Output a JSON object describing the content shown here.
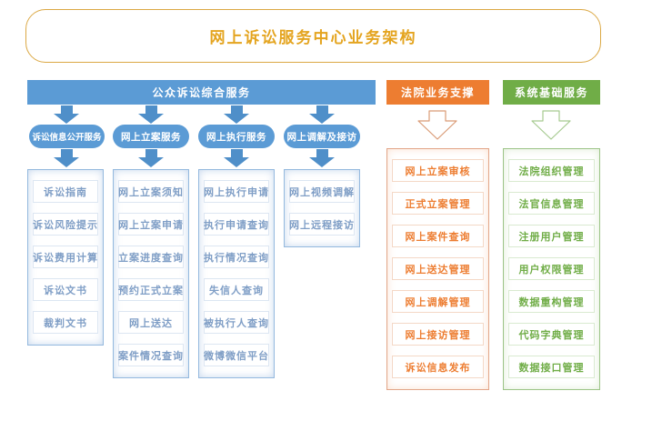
{
  "title": "网上诉讼服务中心业务架构",
  "colors": {
    "blue": "#5B9BD5",
    "orange": "#ED7D31",
    "green": "#70AD47",
    "gold": "#E4A41F"
  },
  "sections": {
    "public": {
      "header": "公众诉讼综合服务",
      "groups": [
        {
          "name": "诉讼信息公开服务",
          "items": [
            "诉讼指南",
            "诉讼风险提示",
            "诉讼费用计算",
            "诉讼文书",
            "裁判文书"
          ]
        },
        {
          "name": "网上立案服务",
          "items": [
            "网上立案须知",
            "网上立案申请",
            "立案进度查询",
            "预约正式立案",
            "网上送达",
            "案件情况查询"
          ]
        },
        {
          "name": "网上执行服务",
          "items": [
            "网上执行申请",
            "执行申请查询",
            "执行情况查询",
            "失信人查询",
            "被执行人查询",
            "微博微信平台"
          ]
        },
        {
          "name": "网上调解及接访",
          "items": [
            "网上视频调解",
            "网上远程接访"
          ]
        }
      ]
    },
    "court": {
      "header": "法院业务支撑",
      "items": [
        "网上立案审核",
        "正式立案管理",
        "网上案件查询",
        "网上送达管理",
        "网上调解管理",
        "网上接访管理",
        "诉讼信息发布"
      ]
    },
    "system": {
      "header": "系统基础服务",
      "items": [
        "法院组织管理",
        "法官信息管理",
        "注册用户管理",
        "用户权限管理",
        "数据重构管理",
        "代码字典管理",
        "数据接口管理"
      ]
    }
  }
}
